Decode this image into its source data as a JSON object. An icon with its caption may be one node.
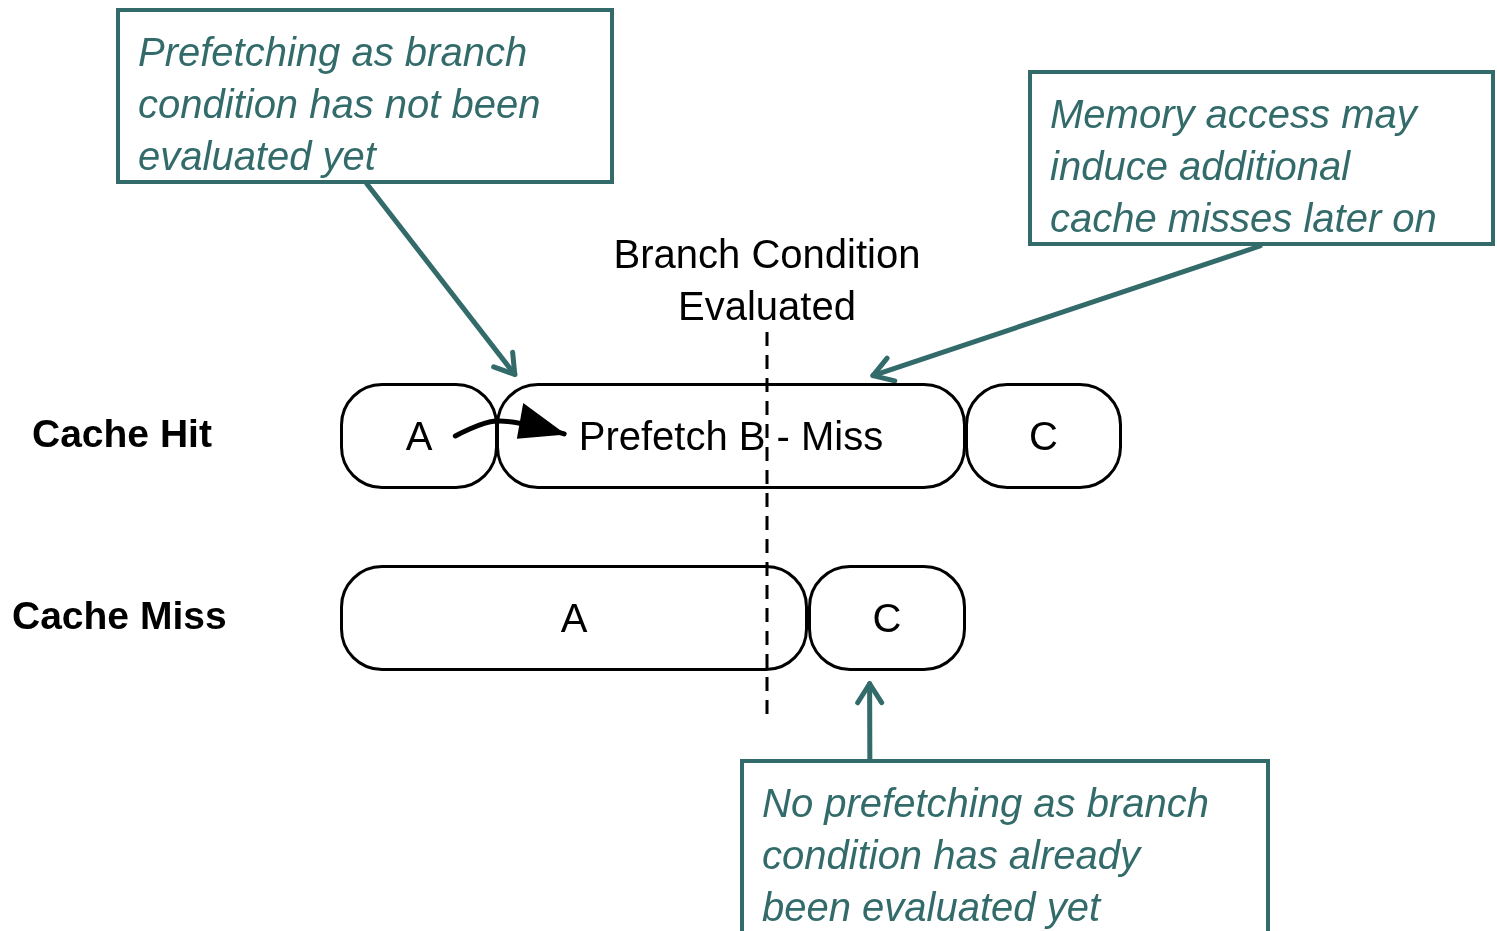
{
  "diagram": {
    "nodes": [
      {
        "text": [
          "Prefetching as branch condition has not been evaluated yet"
        ]
      },
      {
        "text": [
          "Memory access may induce additional cache misses later on"
        ]
      },
      {
        "text": [
          "Branch Condition Evaluated"
        ]
      },
      {
        "text": [
          "A"
        ]
      },
      {
        "text": [
          "Prefetch B - Miss"
        ]
      },
      {
        "text": [
          "C"
        ]
      },
      {
        "text": [
          "A"
        ]
      },
      {
        "text": [
          "C"
        ]
      },
      {
        "text": [
          "No prefetching as branch condition has already been evaluated yet"
        ]
      }
    ],
    "edges": [
      {
        "from": 0,
        "to": 4,
        "arrow": "to"
      },
      {
        "from": 1,
        "to": 4,
        "arrow": "to"
      },
      {
        "from": 3,
        "to": 4,
        "arrow": "to",
        "color": "#000000"
      },
      {
        "from": 8,
        "to": 7,
        "arrow": "to"
      }
    ],
    "labels": [
      "Cache Hit",
      "Cache Miss"
    ]
  }
}
